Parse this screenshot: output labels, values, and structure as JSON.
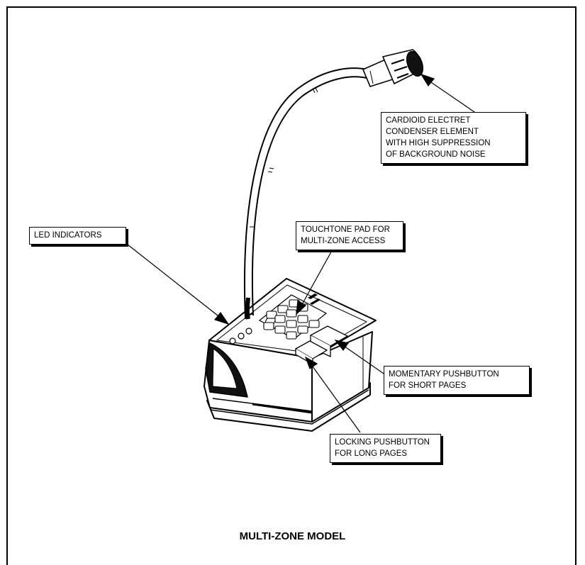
{
  "callouts": {
    "mic_element": [
      "CARDIOID ELECTRET",
      "CONDENSER ELEMENT",
      "WITH HIGH SUPPRESSION",
      "OF BACKGROUND NOISE"
    ],
    "led": [
      "LED INDICATORS"
    ],
    "touchtone": [
      "TOUCHTONE PAD FOR",
      "MULTI-ZONE ACCESS"
    ],
    "momentary": [
      "MOMENTARY PUSHBUTTON",
      "FOR SHORT PAGES"
    ],
    "locking": [
      "LOCKING PUSHBUTTON",
      "FOR LONG PAGES"
    ]
  },
  "title": "MULTI-ZONE MODEL",
  "colors": {
    "ink": "#000000",
    "paper": "#ffffff"
  }
}
